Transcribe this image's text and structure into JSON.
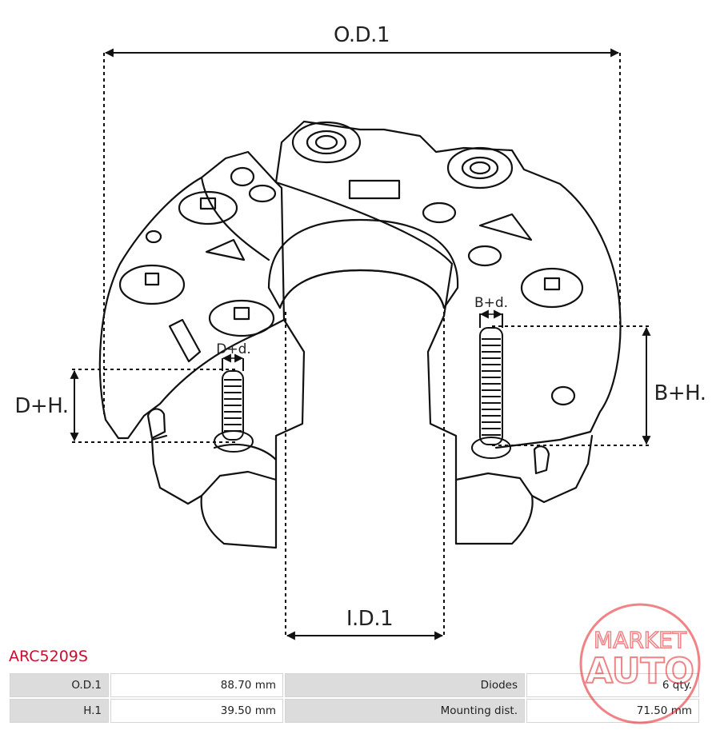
{
  "labels": {
    "od1": "O.D.1",
    "id1": "I.D.1",
    "dh": "D+H.",
    "dd": "D+d.",
    "bh": "B+H.",
    "bd": "B+d."
  },
  "part_code": "ARC5209S",
  "specs": [
    {
      "label": "O.D.1",
      "value": "88.70 mm",
      "label2": "Diodes",
      "value2": "6 qty."
    },
    {
      "label": "H.1",
      "value": "39.50 mm",
      "label2": "Mounting dist.",
      "value2": "71.50 mm"
    }
  ],
  "logo": {
    "line1": "MARKET",
    "line2": "AUTO",
    "color": "#e31e24"
  }
}
